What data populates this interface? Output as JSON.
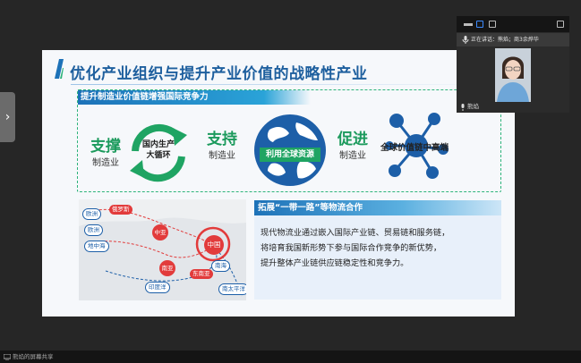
{
  "slide": {
    "title": "优化产业组织与提升产业价值的战略性产业",
    "top_banner": "提升制造业价值链增强国际竞争力",
    "verb1": "支撑",
    "noun1": "制造业",
    "cycle_text_line1": "国内生产",
    "cycle_text_line2": "大循环",
    "verb2": "支持",
    "noun2": "制造业",
    "globe_badge": "利用全球资源",
    "verb3": "促进",
    "noun3": "制造业",
    "network_text": "全球价值链中高端",
    "logistics_banner": "拓展“一带一路”等物流合作",
    "logistics_body": [
      "现代物流业通过嵌入国际产业链、贸易链和服务链，",
      "将培育我国新形势下参与国际合作竞争的新优势，",
      "提升整体产业链供应链稳定性和竞争力。"
    ],
    "map_labels": {
      "europe1": "欧洲",
      "europe2": "欧洲",
      "rome": "俄罗斯",
      "mediterranean": "地中海",
      "central_asia": "中亚",
      "china": "中国",
      "south_asia": "南亚",
      "southeast_asia": "东南亚",
      "indian_ocean": "印度洋",
      "south_china_sea": "南海",
      "pacific": "南太平洋"
    }
  },
  "meeting": {
    "speaking_label": "正在讲话：熊焰；商3余烨华",
    "participant_name": "熊焰",
    "share_label": "熊焰的屏幕共享"
  },
  "colors": {
    "title_blue": "#1e5f9e",
    "accent_green": "#1b9a5c",
    "banner_blue": "#1d72b8"
  }
}
